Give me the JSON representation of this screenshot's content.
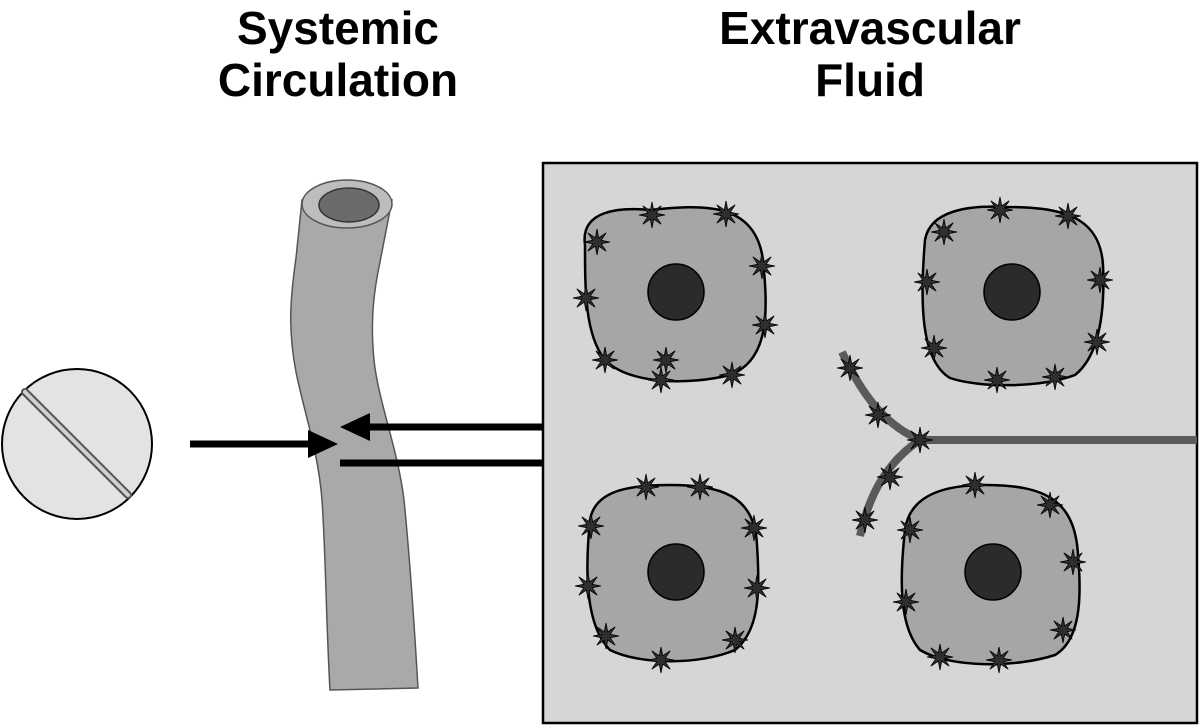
{
  "labels": {
    "systemic_line1": "Systemic",
    "systemic_line2": "Circulation",
    "extravascular_line1": "Extravascular",
    "extravascular_line2": "Fluid"
  },
  "colors": {
    "background": "#ffffff",
    "panel_fill": "#d6d6d6",
    "vessel_fill": "#a9a9a9",
    "vessel_lumen": "#6b6b6b",
    "cell_fill": "#a6a6a6",
    "nucleus_fill": "#2b2b2b",
    "receptor_fill": "#2e2e2e",
    "capillary_stroke": "#5a5a5a",
    "syringe_fill": "#e3e3e3",
    "arrow": "#000000"
  },
  "icons": {
    "injection": "needle-circle-icon",
    "vessel": "blood-vessel-icon",
    "cell": "cell-with-receptors-icon",
    "capillary": "branching-capillary-icon"
  }
}
